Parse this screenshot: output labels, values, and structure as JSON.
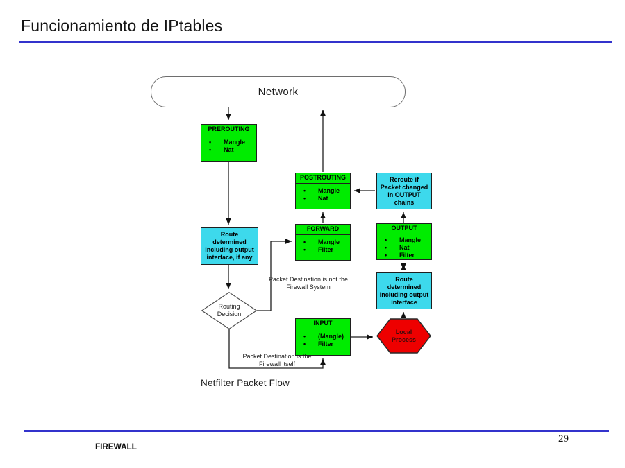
{
  "slide": {
    "title": "Funcionamiento de IPtables",
    "caption": "Netfilter Packet Flow",
    "footer_label": "FIREWALL",
    "page_number": "29"
  },
  "colors": {
    "accent_blue": "#3333cc",
    "chain_green": "#00ec00",
    "route_cyan": "#3dd9ec",
    "process_red": "#ee0000"
  },
  "diagram": {
    "network_label": "Network",
    "prerouting": {
      "title": "PREROUTING",
      "items": [
        "Mangle",
        "Nat"
      ]
    },
    "postrouting": {
      "title": "POSTROUTING",
      "items": [
        "Mangle",
        "Nat"
      ]
    },
    "forward": {
      "title": "FORWARD",
      "items": [
        "Mangle",
        "Filter"
      ]
    },
    "output": {
      "title": "OUTPUT",
      "items": [
        "Mangle",
        "Nat",
        "Filter"
      ]
    },
    "input": {
      "title": "INPUT",
      "items": [
        "(Mangle)",
        "Filter"
      ]
    },
    "reroute_note": "Reroute if Packet changed in OUTPUT chains",
    "route_left": "Route determined including output interface, if any",
    "route_right": "Route determined including output interface",
    "routing_decision": "Routing Decision",
    "local_process": "Local Process",
    "annotation_not_firewall": "Packet Destination is not the Firewall System",
    "annotation_is_firewall": "Packet Destination is the Firewall itself"
  }
}
